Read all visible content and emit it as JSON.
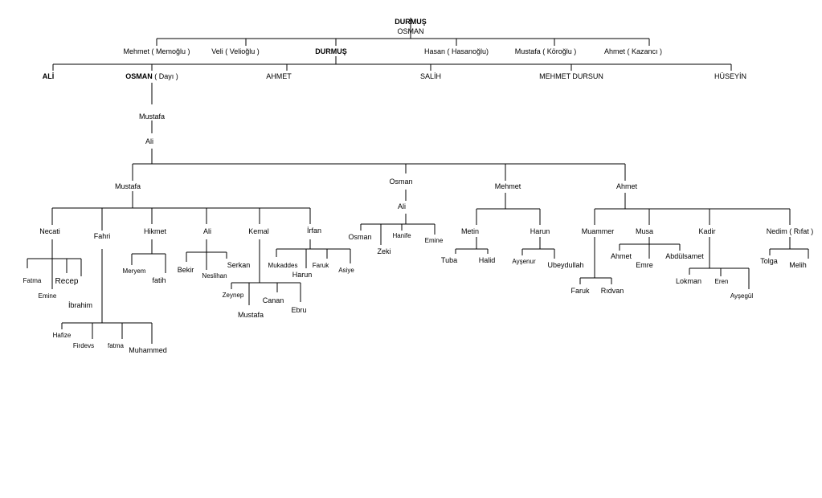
{
  "root": {
    "top": "DURMUŞ",
    "bottom": "OSMAN"
  },
  "gen1": {
    "mehmet": "Mehmet  ( Memoğlu )",
    "veli": "Veli ( Velioğlu )",
    "durmus": "DURMUŞ",
    "hasan": "Hasan ( Hasanoğlu)",
    "mustafa": "Mustafa ( Köroğlu )",
    "ahmet": "Ahmet ( Kazancı )"
  },
  "gen2": {
    "ali": "ALİ",
    "osman_name": "OSMAN",
    "osman_nick": " ( Dayı )",
    "ahmet": "AHMET",
    "salih": "SALİH",
    "mehmet_dursun": "MEHMET DURSUN",
    "huseyin": "HÜSEYİN"
  },
  "gen3": {
    "mustafa": "Mustafa",
    "ali": "Ali"
  },
  "gen4": {
    "mustafa": "Mustafa",
    "osman": "Osman",
    "osman_ali": "Ali",
    "mehmet": "Mehmet",
    "ahmet": "Ahmet"
  },
  "mustafa_children": {
    "necati": "Necati",
    "fahri": "Fahri",
    "hikmet": "Hikmet",
    "ali": "Ali",
    "kemal": "Kemal",
    "irfan": "İrfan"
  },
  "necati_children": {
    "fatma": "Fatma",
    "emine": "Emine",
    "recep": "Recep",
    "ibrahim": "İbrahim"
  },
  "fahri_children": {
    "hafize": "Hafize",
    "firdevs": "Firdevs",
    "fatma": "fatma",
    "muhammed": "Muhammed"
  },
  "hikmet_children": {
    "meryem": "Meryem",
    "fatih": "fatih"
  },
  "ali_children": {
    "bekir": "Bekir",
    "neslihan": "Neslihan",
    "serkan": "Serkan"
  },
  "kemal_children": {
    "zeynep": "Zeynep",
    "mustafa": "Mustafa",
    "canan": "Canan",
    "ebru": "Ebru"
  },
  "irfan_children": {
    "mukaddes": "Mukaddes",
    "harun": "Harun",
    "faruk": "Faruk",
    "asiye": "Asiye"
  },
  "osman_children": {
    "osman": "Osman",
    "zeki": "Zeki",
    "hanife": "Hanife",
    "emine": "Emine"
  },
  "mehmet_children": {
    "metin": "Metin",
    "harun": "Harun"
  },
  "metin_children": {
    "tuba": "Tuba",
    "halid": "Halid"
  },
  "harun_children": {
    "aysenur": "Ayşenur",
    "ubeydullah": "Ubeydullah"
  },
  "ahmet_children": {
    "muammer": "Muammer",
    "musa": "Musa",
    "kadir": "Kadir",
    "nedim": "Nedim ( Rıfat )"
  },
  "muammer_children": {
    "faruk": "Faruk",
    "ridvan": "Rıdvan"
  },
  "musa_children": {
    "ahmet": "Ahmet",
    "emre": "Emre",
    "abdulsamet": "Abdülsamet"
  },
  "kadir_children": {
    "lokman": "Lokman",
    "eren": "Eren",
    "aysegul": "Ayşegül"
  },
  "nedim_children": {
    "tolga": "Tolga",
    "melih": "Melih"
  }
}
